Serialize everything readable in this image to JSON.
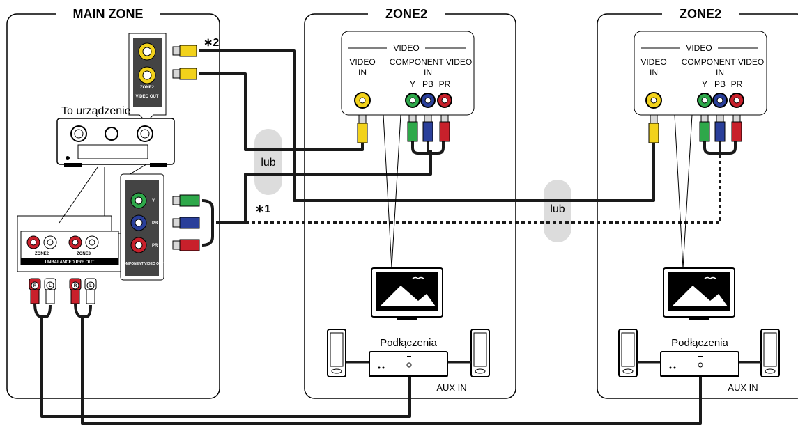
{
  "zones": {
    "main": "MAIN ZONE",
    "zone2": "ZONE2",
    "zone3": "ZONE2"
  },
  "main": {
    "device_label": "To urządzenie",
    "video_out_label": "VIDEO OUT",
    "zone2_label": "ZONE2",
    "pre_out_label": "UNBALANCED PRE OUT",
    "pre_out_zone2": "ZONE2",
    "pre_out_zone3": "ZONE3",
    "component_label": "COMPONENT VIDEO OUT",
    "plug_r": "R",
    "plug_l": "L",
    "port_y": "Y",
    "port_pb": "PB",
    "port_pr": "PR"
  },
  "notes": {
    "star2": "∗2",
    "star1": "∗1",
    "or": "lub"
  },
  "panel": {
    "video": "VIDEO",
    "video_in": [
      "VIDEO",
      "IN"
    ],
    "component_in": [
      "COMPONENT VIDEO",
      "IN"
    ],
    "y": "Y",
    "pb": "PB",
    "pr": "PR"
  },
  "amp": {
    "label": "Podłączenia",
    "aux_in": "AUX IN"
  },
  "colors": {
    "yellow": "#f2d21b",
    "green": "#2ea84a",
    "blue": "#2a3f9a",
    "red": "#c8202b",
    "lub_bg": "#dcdcdc"
  }
}
